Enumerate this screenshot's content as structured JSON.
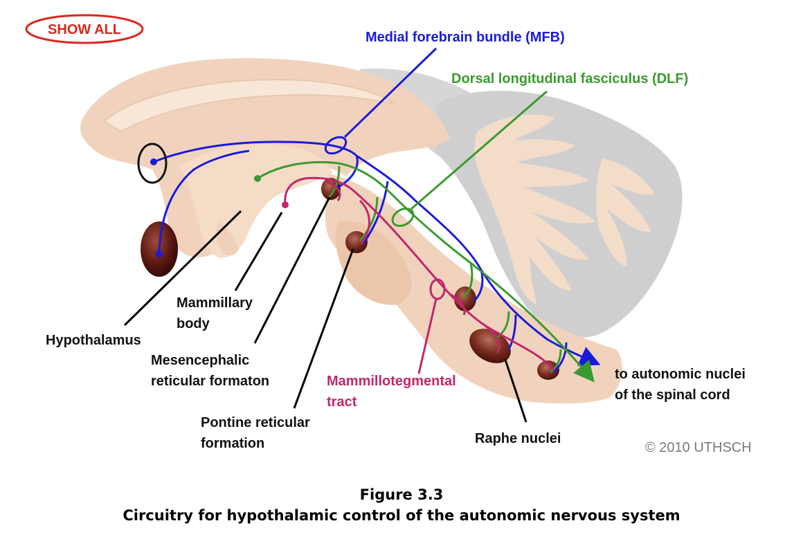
{
  "show_all_button": "SHOW ALL",
  "labels": {
    "mfb": "Medial forebrain bundle (MFB)",
    "dlf": "Dorsal longitudinal fasciculus (DLF)",
    "mammillary_1": "Mammillary",
    "mammillary_2": "body",
    "hypothalamus": "Hypothalamus",
    "mesencephalic_1": "Mesencephalic",
    "mesencephalic_2": "reticular formaton",
    "mammillotegmental_1": "Mammillotegmental",
    "mammillotegmental_2": "tract",
    "pontine_1": "Pontine reticular",
    "pontine_2": "formation",
    "raphe": "Raphe nuclei",
    "autonomic_1": "to autonomic nuclei",
    "autonomic_2": "of the spinal cord"
  },
  "copyright": "© 2010 UTHSCH",
  "caption": {
    "number": "Figure 3.3",
    "title": "Circuitry for hypothalamic control of the autonomic nervous system"
  },
  "colors": {
    "mfb": "#1a1adc",
    "dlf": "#3a9a2f",
    "mammillotegmental": "#c2266a",
    "brain_fill": "#f1d3bd",
    "cerebellum_fill": "#cfcfcf",
    "nucleus": "#8a3a2a",
    "show_all": "#d8281c"
  }
}
